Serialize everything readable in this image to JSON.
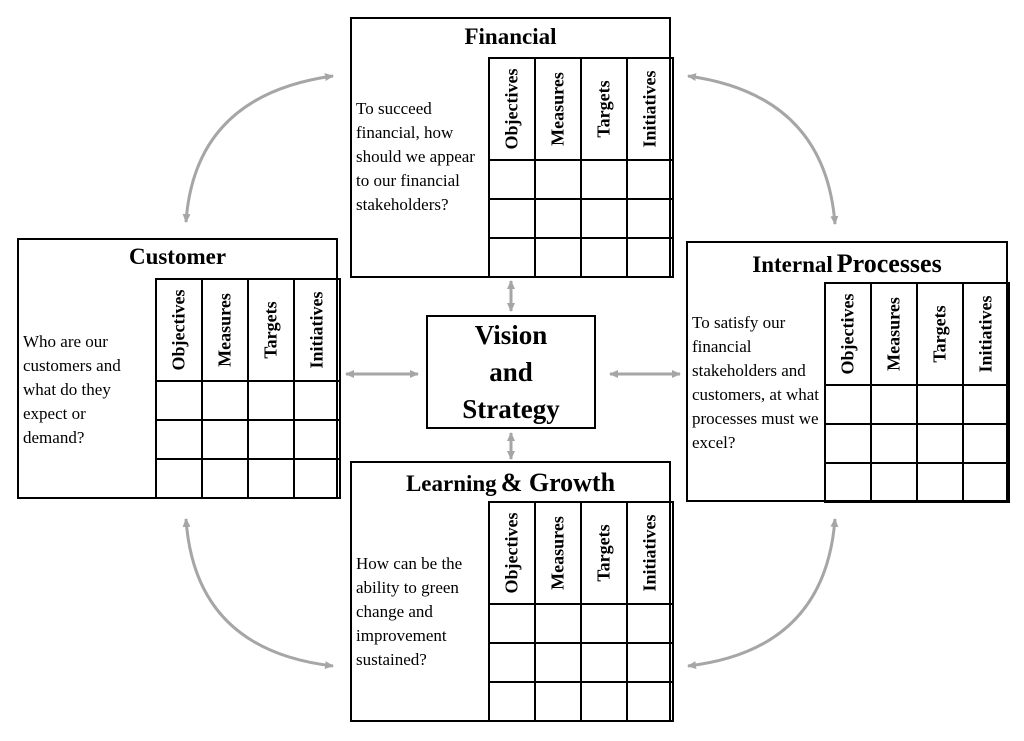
{
  "center": {
    "lines": [
      "Vision",
      "and",
      "Strategy"
    ]
  },
  "columns": [
    "Objectives",
    "Measures",
    "Targets",
    "Initiatives"
  ],
  "panels": {
    "financial": {
      "title": "Financial",
      "question": "To succeed financial, how should we appear to our financial stakeholders?"
    },
    "customer": {
      "title": "Customer",
      "question": "Who are our customers and what do they expect or demand?"
    },
    "internal": {
      "title_a": "Internal",
      "title_b": "Processes",
      "question": "To satisfy our financial stakeholders and customers, at what processes must we excel?"
    },
    "learning": {
      "title_a": "Learning",
      "title_b": "& Growth",
      "question": "How can be the ability to green change and improvement sustained?"
    }
  },
  "colors": {
    "arrow": "#a6a6a6",
    "border": "#000000"
  }
}
